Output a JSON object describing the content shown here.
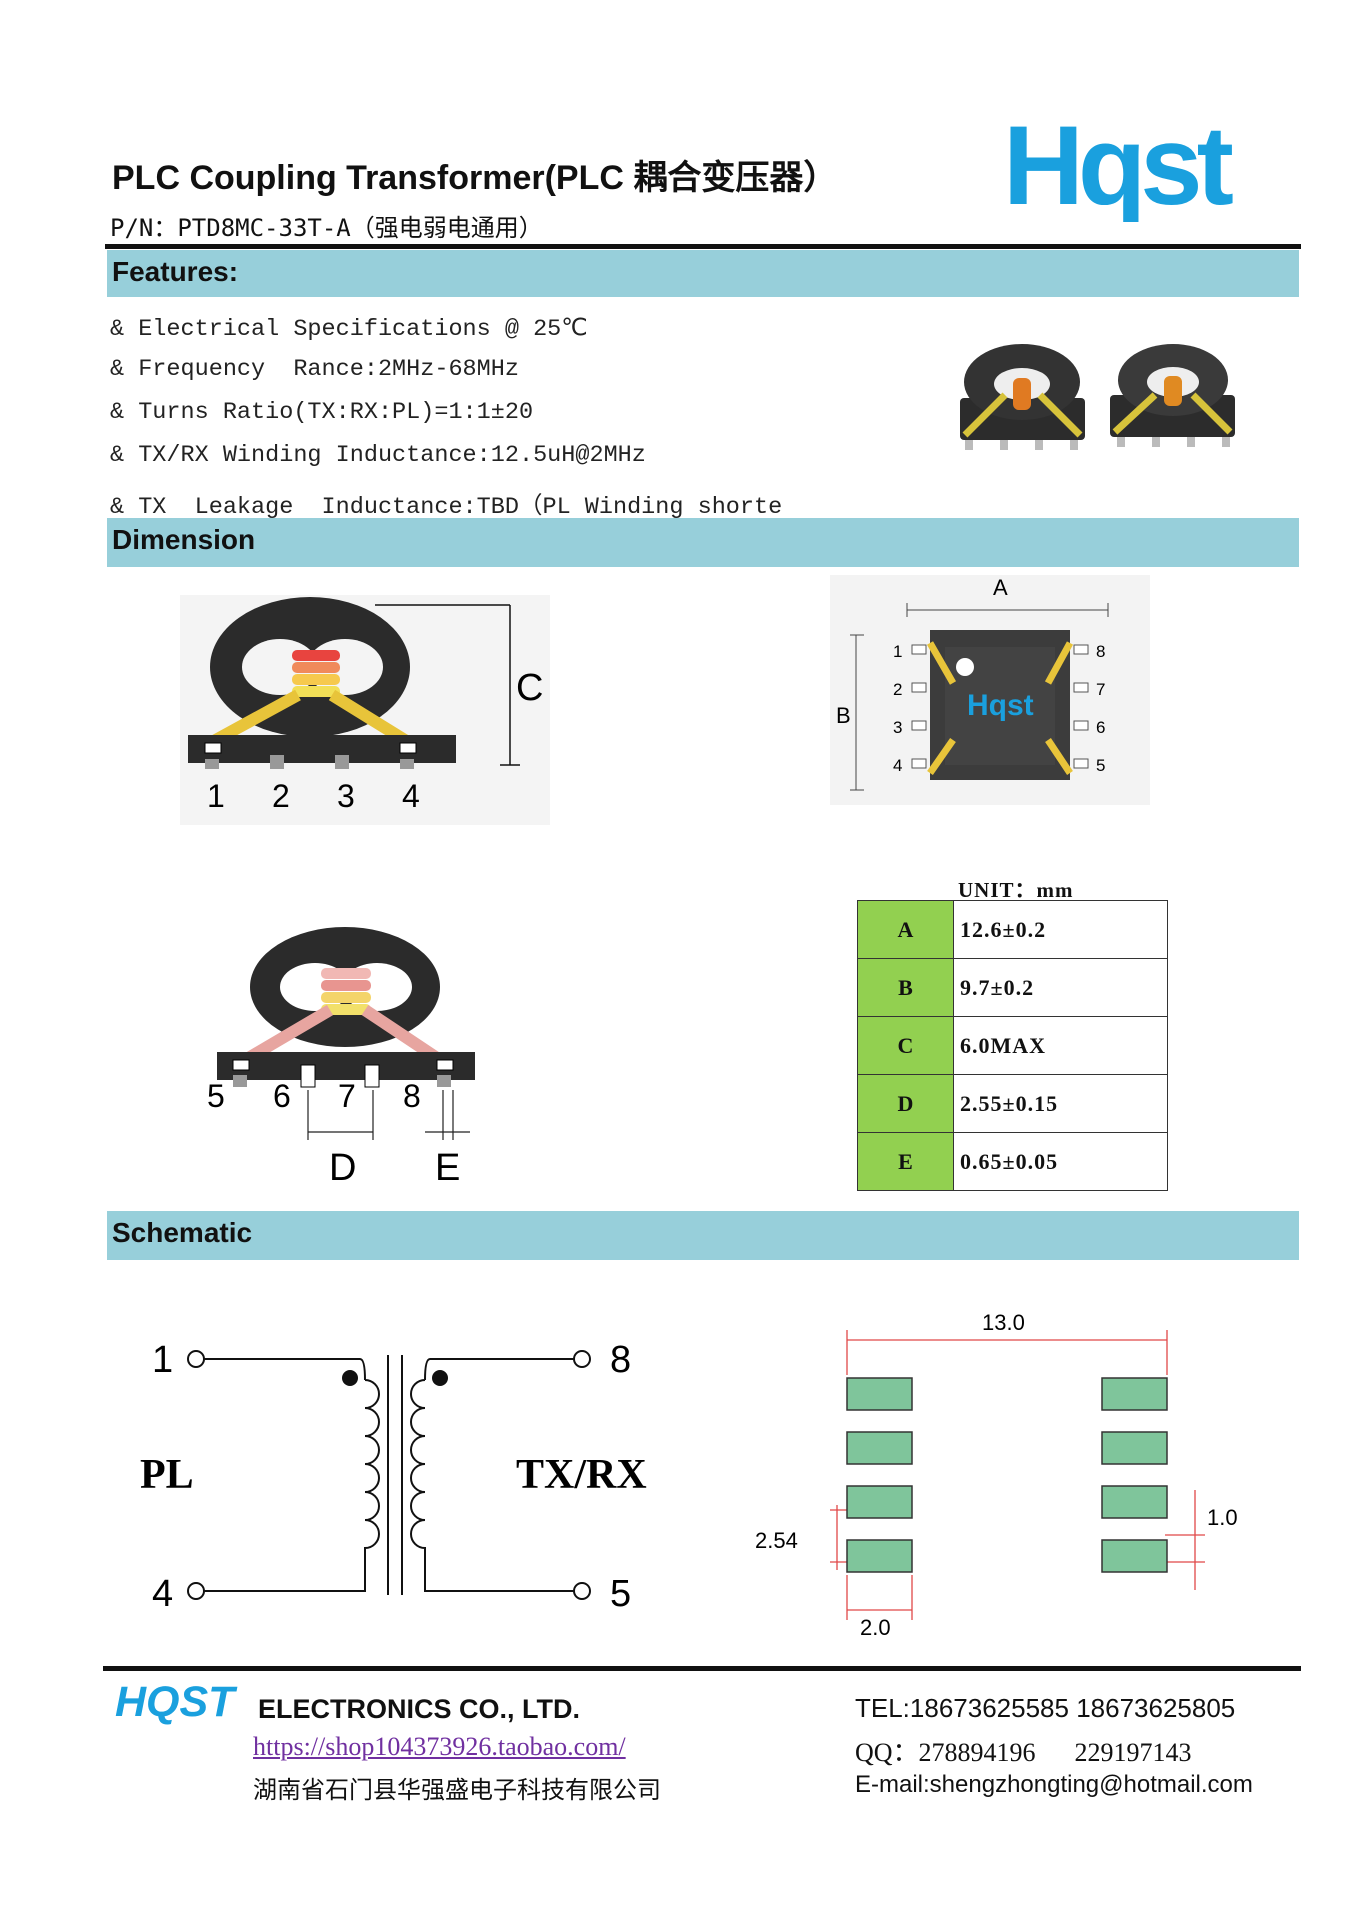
{
  "header": {
    "title": "PLC Coupling  Transformer(PLC 耦合变压器）",
    "part_number": "P/N：PTD8MC-33T-A（强电弱电通用）",
    "logo_text": "Hqst"
  },
  "sections": {
    "features": "Features:",
    "dimension": "Dimension",
    "schematic": "Schematic"
  },
  "features": [
    "& Electrical Specifications @ 25℃",
    "& Frequency  Rance:2MHz-68MHz",
    "& Turns Ratio(TX:RX:PL)=1:1±20",
    "& TX/RX Winding Inductance:12.5uH@2MHz",
    "& TX  Leakage  Inductance:TBD（PL Winding shorte"
  ],
  "dimension": {
    "side_view_top": {
      "pins": [
        "1",
        "2",
        "3",
        "4"
      ],
      "dim_label": "C"
    },
    "top_view": {
      "left_pins": [
        "1",
        "2",
        "3",
        "4"
      ],
      "right_pins": [
        "8",
        "7",
        "6",
        "5"
      ],
      "dim_a": "A",
      "dim_b": "B",
      "body_logo": "Hqst"
    },
    "side_view_bottom": {
      "pins": [
        "5",
        "6",
        "7",
        "8"
      ],
      "dim_d": "D",
      "dim_e": "E"
    },
    "unit": "UNIT：mm",
    "table": [
      {
        "key": "A",
        "value": "12.6±0.2"
      },
      {
        "key": "B",
        "value": "9.7±0.2"
      },
      {
        "key": "C",
        "value": "6.0MAX"
      },
      {
        "key": "D",
        "value": "2.55±0.15"
      },
      {
        "key": "E",
        "value": "0.65±0.05"
      }
    ]
  },
  "schematic": {
    "pin_tl": "1",
    "pin_bl": "4",
    "pin_tr": "8",
    "pin_br": "5",
    "left_label": "PL",
    "right_label": "TX/RX"
  },
  "footprint": {
    "width": "13.0",
    "pitch": "2.54",
    "pad_width": "2.0",
    "pad_gap": "1.0"
  },
  "footer": {
    "brand": "HQST",
    "company": "ELECTRONICS CO., LTD.",
    "url": "https://shop104373926.taobao.com/",
    "chinese_name": "湖南省石门县华强盛电子科技有限公司",
    "tel": "TEL:18673625585 18673625805",
    "qq": "QQ：278894196      229197143",
    "email": "E-mail:shengzhongting@hotmail.com"
  },
  "colors": {
    "band": "#97cfda",
    "logo_blue": "#1aa0de",
    "table_key": "#92d050",
    "pad_green": "#7fc59b"
  }
}
